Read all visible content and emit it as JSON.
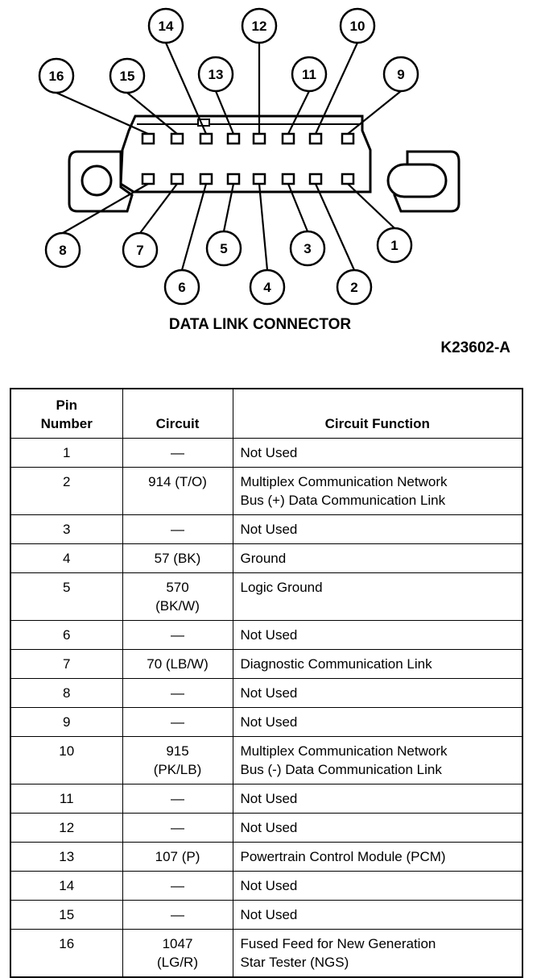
{
  "diagram": {
    "title": "DATA LINK CONNECTOR",
    "figure_id": "K23602-A",
    "top_callouts": [
      "16",
      "15",
      "14",
      "13",
      "12",
      "11",
      "10",
      "9"
    ],
    "bottom_callouts": [
      "8",
      "7",
      "6",
      "5",
      "4",
      "3",
      "2",
      "1"
    ]
  },
  "table": {
    "headers": {
      "pin": "Pin\nNumber",
      "circuit": "Circuit",
      "function": "Circuit Function"
    },
    "rows": [
      {
        "pin": "1",
        "circuit": "—",
        "function": "Not Used"
      },
      {
        "pin": "2",
        "circuit": "914 (T/O)",
        "function": "Multiplex Communication Network\nBus (+) Data Communication Link"
      },
      {
        "pin": "3",
        "circuit": "—",
        "function": "Not Used"
      },
      {
        "pin": "4",
        "circuit": "57 (BK)",
        "function": "Ground"
      },
      {
        "pin": "5",
        "circuit": "570\n(BK/W)",
        "function": "Logic Ground"
      },
      {
        "pin": "6",
        "circuit": "—",
        "function": "Not Used"
      },
      {
        "pin": "7",
        "circuit": "70 (LB/W)",
        "function": "Diagnostic Communication Link"
      },
      {
        "pin": "8",
        "circuit": "—",
        "function": "Not Used"
      },
      {
        "pin": "9",
        "circuit": "—",
        "function": "Not Used"
      },
      {
        "pin": "10",
        "circuit": "915\n(PK/LB)",
        "function": "Multiplex Communication Network\nBus (-) Data Communication Link"
      },
      {
        "pin": "11",
        "circuit": "—",
        "function": "Not Used"
      },
      {
        "pin": "12",
        "circuit": "—",
        "function": "Not Used"
      },
      {
        "pin": "13",
        "circuit": "107 (P)",
        "function": "Powertrain Control Module (PCM)"
      },
      {
        "pin": "14",
        "circuit": "—",
        "function": "Not Used"
      },
      {
        "pin": "15",
        "circuit": "—",
        "function": "Not Used"
      },
      {
        "pin": "16",
        "circuit": "1047\n(LG/R)",
        "function": "Fused Feed for New Generation\nStar Tester (NGS)"
      }
    ]
  }
}
